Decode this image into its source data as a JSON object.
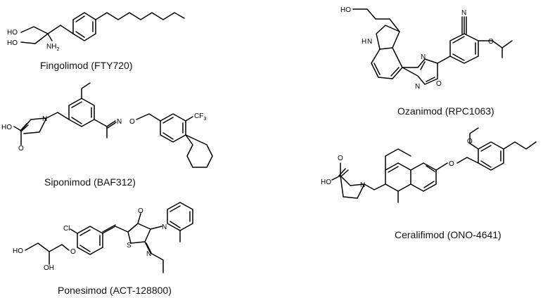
{
  "compounds": [
    {
      "name": "Fingolimod (FTY720)",
      "atoms": {
        "ho1": "HO",
        "ho2": "HO",
        "nh2": "NH",
        "nh2_sub": "2"
      }
    },
    {
      "name": "Ozanimod (RPC1063)",
      "atoms": {
        "ho": "HO",
        "hn": "H",
        "n_amine": "N",
        "n_nitrile": "N",
        "ring_n1": "N",
        "ring_n2": "N",
        "ring_o": "O",
        "ether_o": "O"
      }
    },
    {
      "name": "Siponimod (BAF312)",
      "atoms": {
        "ho": "HO",
        "carbonyl_o": "O",
        "azetidine_n": "N",
        "oxime_n": "N",
        "oxime_o": "O",
        "cf3": "CF",
        "cf3_sub": "3"
      }
    },
    {
      "name": "Ceralifimod (ONO-4641)",
      "atoms": {
        "ho": "HO",
        "carbonyl_o": "O",
        "azetidine_n": "N",
        "ether_o1": "O",
        "ether_o2": "O"
      }
    },
    {
      "name": "Ponesimod (ACT-128800)",
      "atoms": {
        "ho1": "HO",
        "oh": "OH",
        "ether_o": "O",
        "cl": "Cl",
        "carbonyl_o": "O",
        "ring_n": "N",
        "ring_s": "S",
        "imine_n": "N"
      }
    }
  ]
}
